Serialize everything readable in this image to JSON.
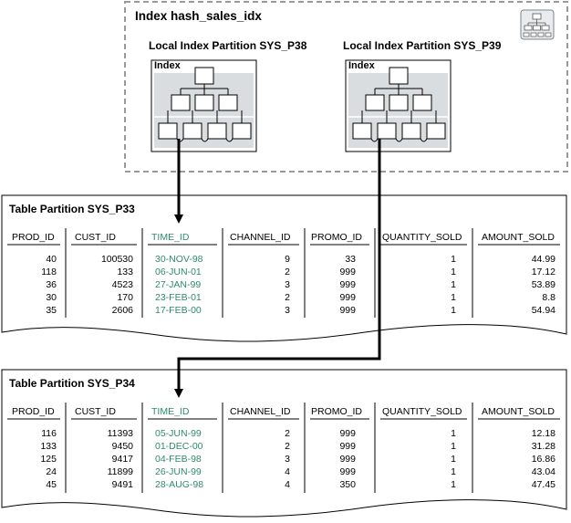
{
  "index_title": "Index hash_sales_idx",
  "partitions": [
    {
      "label": "Local Index Partition SYS_P38",
      "box_label": "Index"
    },
    {
      "label": "Local Index Partition SYS_P39",
      "box_label": "Index"
    }
  ],
  "tables": [
    {
      "title": "Table Partition SYS_P33",
      "columns": [
        "PROD_ID",
        "CUST_ID",
        "TIME_ID",
        "CHANNEL_ID",
        "PROMO_ID",
        "QUANTITY_SOLD",
        "AMOUNT_SOLD"
      ],
      "rows": [
        [
          "40",
          "100530",
          "30-NOV-98",
          "9",
          "33",
          "1",
          "44.99"
        ],
        [
          "118",
          "133",
          "06-JUN-01",
          "2",
          "999",
          "1",
          "17.12"
        ],
        [
          "36",
          "4523",
          "27-JAN-99",
          "3",
          "999",
          "1",
          "53.89"
        ],
        [
          "30",
          "170",
          "23-FEB-01",
          "2",
          "999",
          "1",
          "8.8"
        ],
        [
          "35",
          "2606",
          "17-FEB-00",
          "3",
          "999",
          "1",
          "54.94"
        ]
      ]
    },
    {
      "title": "Table Partition SYS_P34",
      "columns": [
        "PROD_ID",
        "CUST_ID",
        "TIME_ID",
        "CHANNEL_ID",
        "PROMO_ID",
        "QUANTITY_SOLD",
        "AMOUNT_SOLD"
      ],
      "rows": [
        [
          "116",
          "11393",
          "05-JUN-99",
          "2",
          "999",
          "1",
          "12.18"
        ],
        [
          "133",
          "9450",
          "01-DEC-00",
          "2",
          "999",
          "1",
          "31.28"
        ],
        [
          "125",
          "9417",
          "04-FEB-98",
          "3",
          "999",
          "1",
          "16.86"
        ],
        [
          "24",
          "11899",
          "26-JUN-99",
          "4",
          "999",
          "1",
          "43.04"
        ],
        [
          "45",
          "9491",
          "28-AUG-98",
          "4",
          "350",
          "1",
          "47.45"
        ]
      ]
    }
  ],
  "colors": {
    "time_id": "#2e8b6b",
    "index_fill": "#d9dde0",
    "dashed_border": "#9a9a9a"
  },
  "icons": {
    "corner_icon": "index-tree-icon"
  }
}
